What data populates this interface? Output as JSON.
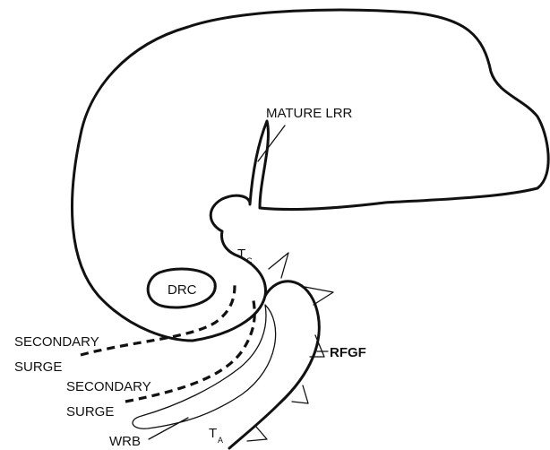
{
  "labels": {
    "mature_lrr": "MATURE LRR",
    "drc": "DRC",
    "tc_main": "T",
    "tc_sub": "C",
    "rfgf": "RFGF",
    "secondary_surge_1_line1": "SECONDARY",
    "secondary_surge_1_line2": "SURGE",
    "secondary_surge_2_line1": "SECONDARY",
    "secondary_surge_2_line2": "SURGE",
    "wrb": "WRB",
    "ta_main": "T",
    "ta_sub": "A"
  }
}
